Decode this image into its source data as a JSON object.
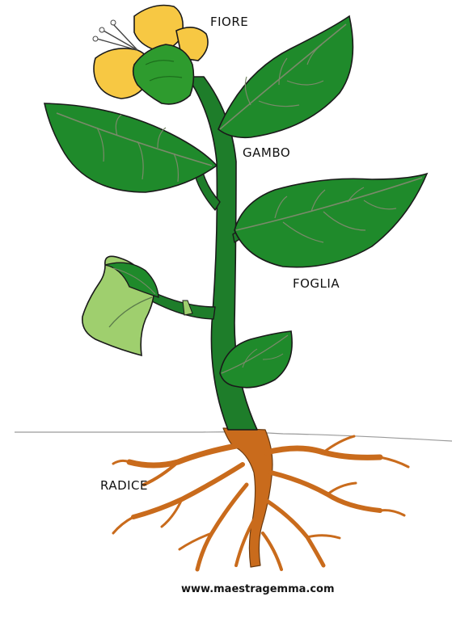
{
  "labels": {
    "flower": "FIORE",
    "stem": "GAMBO",
    "leaf": "FOGLIA",
    "root": "RADICE"
  },
  "credit": "www.maestragemma.com",
  "colors": {
    "petal": "#f7c843",
    "calyx": "#2e9b2e",
    "leaf": "#1f8a2b",
    "leaf_light": "#9fcf6e",
    "stem": "#1e7d2a",
    "root": "#c96b1c",
    "outline": "#2b2b2b",
    "ground_line": "#9a9a9a",
    "text": "#111111"
  }
}
